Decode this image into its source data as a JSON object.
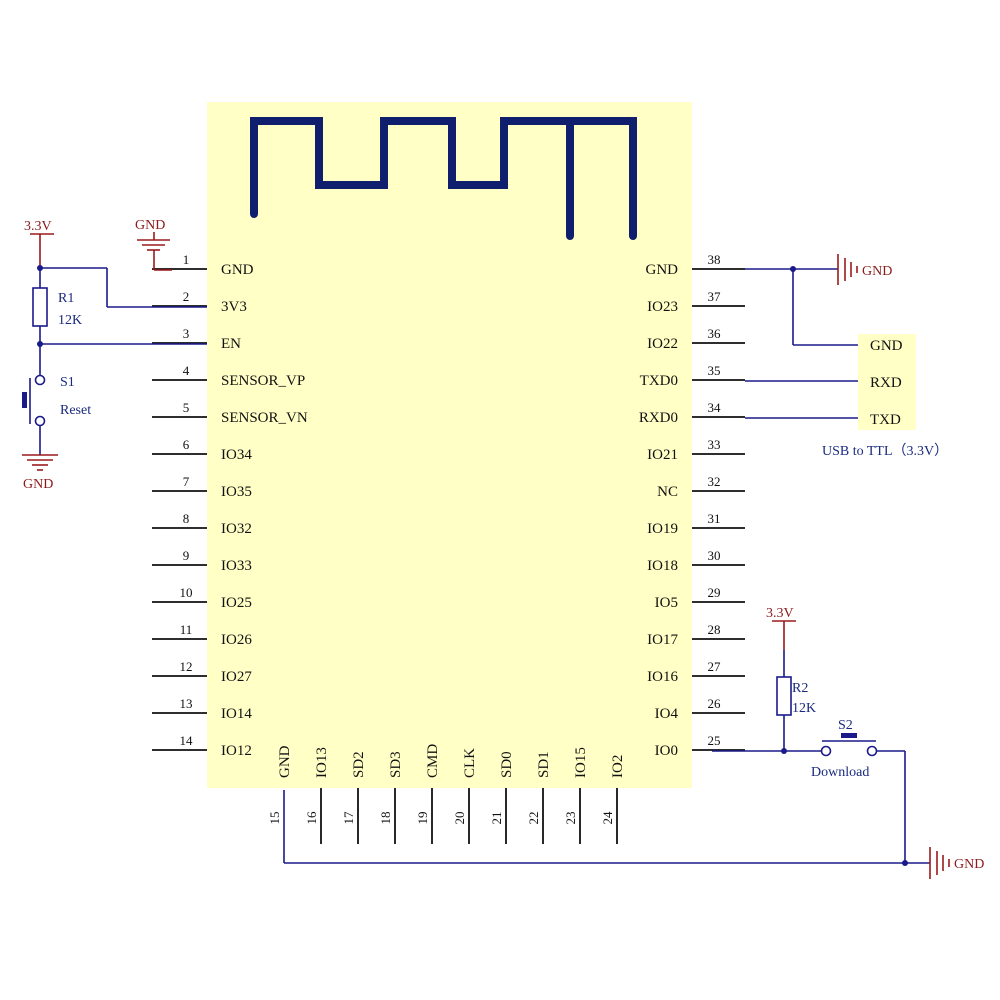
{
  "module": {
    "left_pins": [
      {
        "num": "1",
        "label": "GND"
      },
      {
        "num": "2",
        "label": "3V3"
      },
      {
        "num": "3",
        "label": "EN"
      },
      {
        "num": "4",
        "label": "SENSOR_VP"
      },
      {
        "num": "5",
        "label": "SENSOR_VN"
      },
      {
        "num": "6",
        "label": "IO34"
      },
      {
        "num": "7",
        "label": "IO35"
      },
      {
        "num": "8",
        "label": "IO32"
      },
      {
        "num": "9",
        "label": "IO33"
      },
      {
        "num": "10",
        "label": "IO25"
      },
      {
        "num": "11",
        "label": "IO26"
      },
      {
        "num": "12",
        "label": "IO27"
      },
      {
        "num": "13",
        "label": "IO14"
      },
      {
        "num": "14",
        "label": "IO12"
      }
    ],
    "right_pins": [
      {
        "num": "38",
        "label": "GND"
      },
      {
        "num": "37",
        "label": "IO23"
      },
      {
        "num": "36",
        "label": "IO22"
      },
      {
        "num": "35",
        "label": "TXD0"
      },
      {
        "num": "34",
        "label": "RXD0"
      },
      {
        "num": "33",
        "label": "IO21"
      },
      {
        "num": "32",
        "label": "NC"
      },
      {
        "num": "31",
        "label": "IO19"
      },
      {
        "num": "30",
        "label": "IO18"
      },
      {
        "num": "29",
        "label": "IO5"
      },
      {
        "num": "28",
        "label": "IO17"
      },
      {
        "num": "27",
        "label": "IO16"
      },
      {
        "num": "26",
        "label": "IO4"
      },
      {
        "num": "25",
        "label": "IO0"
      }
    ],
    "bottom_pins": [
      {
        "num": "15",
        "label": "GND"
      },
      {
        "num": "16",
        "label": "IO13"
      },
      {
        "num": "17",
        "label": "SD2"
      },
      {
        "num": "18",
        "label": "SD3"
      },
      {
        "num": "19",
        "label": "CMD"
      },
      {
        "num": "20",
        "label": "CLK"
      },
      {
        "num": "21",
        "label": "SD0"
      },
      {
        "num": "22",
        "label": "SD1"
      },
      {
        "num": "23",
        "label": "IO15"
      },
      {
        "num": "24",
        "label": "IO2"
      }
    ]
  },
  "power": {
    "vcc_left": "3.3V",
    "vcc_right": "3.3V",
    "gnd_top": "GND",
    "gnd_left": "GND",
    "gnd_right_top": "GND",
    "gnd_right_bottom": "GND"
  },
  "components": {
    "r1_name": "R1",
    "r1_value": "12K",
    "r2_name": "R2",
    "r2_value": "12K",
    "s1_name": "S1",
    "s1_label": "Reset",
    "s2_name": "S2",
    "s2_label": "Download"
  },
  "usb_ttl": {
    "pins": [
      "GND",
      "RXD",
      "TXD"
    ],
    "caption": "USB to TTL（3.3V）"
  },
  "colors": {
    "module_fill": "#ffffc6",
    "antenna": "#0f1f6e",
    "wire": "#1a1a8a",
    "power_text": "#8b1a1a"
  }
}
